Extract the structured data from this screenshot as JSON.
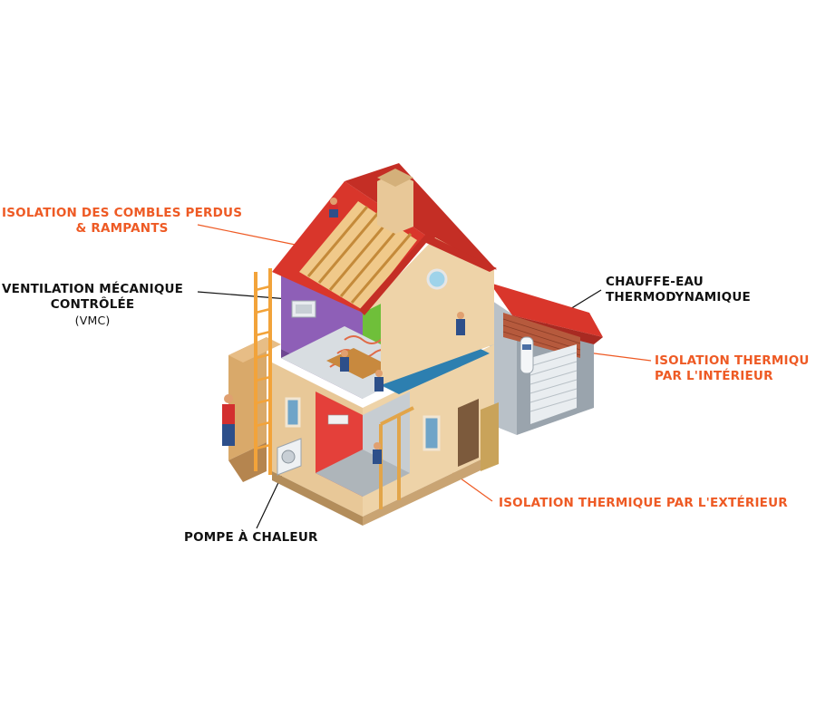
{
  "callouts": {
    "combles": {
      "line1": "ISOLATION DES COMBLES PERDUS",
      "line2": "& RAMPANTS"
    },
    "vmc": {
      "line1": "VENTILATION MÉCANIQUE",
      "line2": "CONTRÔLÉE",
      "line3": "(VMC)"
    },
    "pompe": {
      "line1": "POMPE À CHALEUR"
    },
    "chauffe_eau": {
      "line1": "CHAUFFE-EAU",
      "line2": "THERMODYNAMIQUE"
    },
    "iti": {
      "line1": "ISOLATION THERMIQU",
      "line2": "PAR L'INTÉRIEUR"
    },
    "ite": {
      "line1": "ISOLATION THERMIQUE PAR L'EXTÉRIEUR"
    }
  },
  "colors": {
    "accent_orange": "#ee5a24",
    "text_black": "#111111",
    "roof_red": "#d9362b",
    "wall_beige": "#e8c898",
    "ladder_orange": "#f2a33a"
  }
}
